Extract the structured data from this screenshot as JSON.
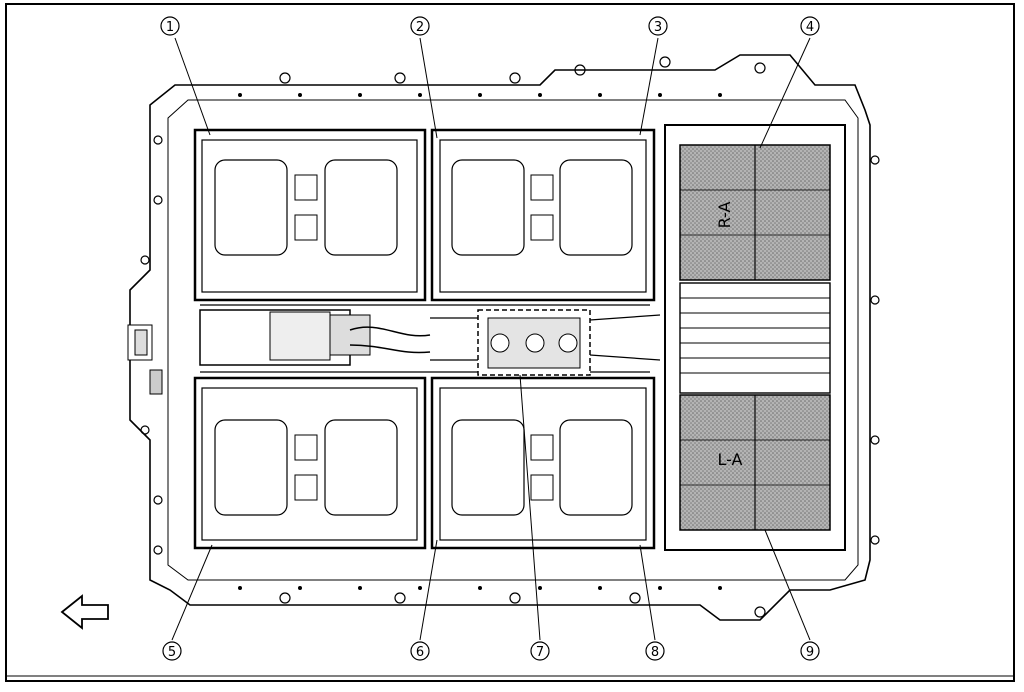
{
  "figure": {
    "callouts": [
      {
        "id": "callout-1",
        "label": "1"
      },
      {
        "id": "callout-2",
        "label": "2"
      },
      {
        "id": "callout-3",
        "label": "3"
      },
      {
        "id": "callout-4",
        "label": "4"
      },
      {
        "id": "callout-5",
        "label": "5"
      },
      {
        "id": "callout-6",
        "label": "6"
      },
      {
        "id": "callout-7",
        "label": "7"
      },
      {
        "id": "callout-8",
        "label": "8"
      },
      {
        "id": "callout-9",
        "label": "9"
      }
    ],
    "module_labels": {
      "upper_right": "R-A",
      "lower_right": "L-A"
    },
    "direction_arrow": {
      "icon": "arrow-left-outline-icon"
    },
    "colors": {
      "line": "#000000",
      "background": "#ffffff",
      "module_fill": "#9a9a9a"
    }
  }
}
